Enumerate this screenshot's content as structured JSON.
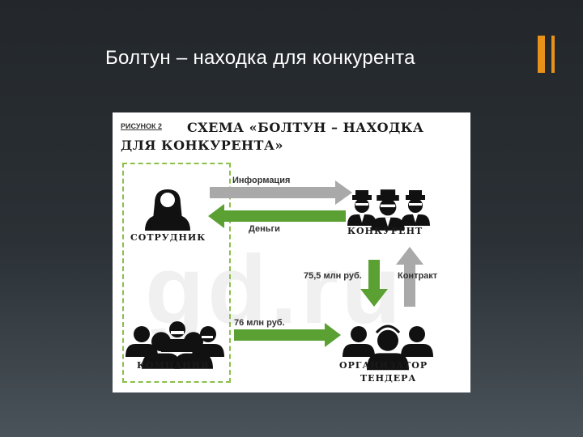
{
  "slide": {
    "title": "Болтун – находка для конкурента"
  },
  "figure": {
    "label": "РИСУНОК 2",
    "title_line1": "СХЕМА «БОЛТУН – НАХОДКА",
    "title_line2": "ДЛЯ КОНКУРЕНТА»",
    "watermark": "gd.ru",
    "roles": {
      "employee": "СОТРУДНИК",
      "competitor": "КОНКУРЕНТ",
      "company": "КОМПАНИЯ",
      "organizer_line1": "ОРГАНИЗАТОР",
      "organizer_line2": "ТЕНДЕРА"
    },
    "arrows": {
      "information": "Информация",
      "money": "Деньги",
      "amount_75": "75,5 млн руб.",
      "contract": "Контракт",
      "amount_76": "76 млн руб."
    },
    "colors": {
      "gray_arrow": "#a9a9a9",
      "green_arrow": "#5aa032",
      "dashed_border": "#8bbf4a",
      "accent": "#e8921a"
    }
  }
}
